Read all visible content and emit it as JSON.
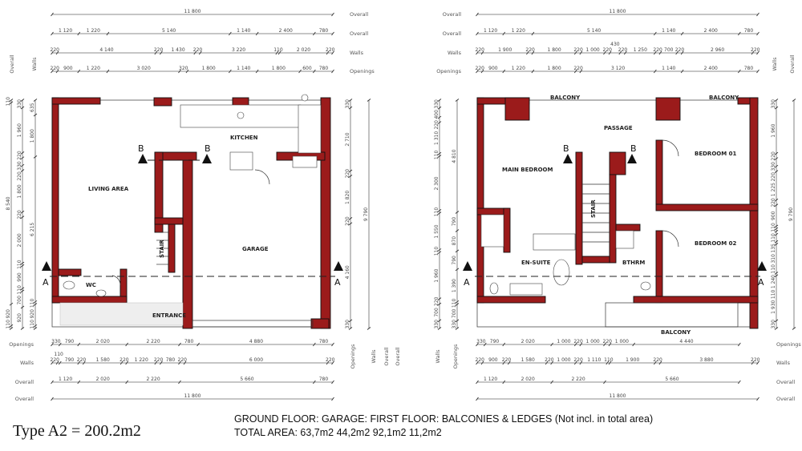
{
  "colors": {
    "wall": "#9b1b1b"
  },
  "title": "Type A2 = 200.2m2",
  "note": {
    "line1": "GROUND FLOOR: GARAGE: FIRST FLOOR: BALCONIES & LEDGES (Not incl. in total area)",
    "line2": "TOTAL AREA: 63,7m2 44,2m2 92,1m2 11,2m2"
  },
  "ground_floor": {
    "rooms": {
      "living": "LIVING AREA",
      "kitchen": "KITCHEN",
      "garage": "GARAGE",
      "stair": "STAIR",
      "wc": "WC",
      "entrance": "ENTRANCE"
    },
    "section_a": "A",
    "section_b": "B",
    "dims_top": [
      {
        "label": "Overall",
        "values": [
          11800
        ]
      },
      {
        "label": "Overall",
        "values": [
          1120,
          1220,
          5140,
          1140,
          2400,
          780
        ]
      },
      {
        "label": "Walls",
        "values": [
          220,
          4140,
          220,
          1430,
          220,
          3220,
          110,
          2020,
          220
        ]
      },
      {
        "label": "Openings",
        "values": [
          220,
          900,
          1220,
          3020,
          320,
          1800,
          1140,
          1800,
          600,
          780
        ]
      }
    ],
    "dims_bottom": [
      {
        "label": "Openings",
        "values": [
          330,
          790,
          2020,
          2220,
          780,
          4880,
          780
        ]
      },
      {
        "label": "Walls",
        "values": [
          220,
          110,
          790,
          220,
          1580,
          220,
          1220,
          220,
          780,
          220,
          6000,
          220
        ]
      },
      {
        "label": "Overall",
        "values": [
          1120,
          2020,
          2220,
          5660,
          780
        ]
      },
      {
        "label": "Overall",
        "values": [
          11800
        ]
      }
    ],
    "dims_right": [
      {
        "label": "Openings",
        "values": [
          330,
          2710,
          220,
          1820,
          220,
          4160,
          330
        ]
      },
      {
        "label": "Overall",
        "values": [
          9790
        ]
      }
    ],
    "dims_left": [
      {
        "label": "Overall",
        "values": [
          110,
          8540,
          920,
          110
        ]
      },
      {
        "label": "Walls",
        "values": [
          330,
          1960,
          220,
          330,
          220,
          1800,
          220,
          2000,
          110,
          990,
          110,
          700,
          920
        ]
      },
      {
        "label": "Openings",
        "values": [
          635,
          1800,
          6215,
          110,
          920,
          110
        ]
      }
    ],
    "side_labels": [
      "Openings",
      "Walls",
      "Overall",
      "Overall"
    ]
  },
  "first_floor": {
    "rooms": {
      "main_bedroom": "MAIN BEDROOM",
      "bedroom1": "BEDROOM 01",
      "bedroom2": "BEDROOM 02",
      "passage": "PASSAGE",
      "stair": "STAIR",
      "ensuite": "EN-SUITE",
      "bathroom": "BTHRM",
      "balcony_top_left": "BALCONY",
      "balcony_top_right": "BALCONY",
      "balcony_bottom": "BALCONY"
    },
    "section_a": "A",
    "section_b": "B",
    "dims_top": [
      {
        "label": "Overall",
        "values": [
          11800
        ]
      },
      {
        "label": "Overall",
        "values": [
          1120,
          1220,
          5140,
          1140,
          2400,
          780
        ]
      },
      {
        "label": "Walls",
        "values": [
          220,
          1900,
          220,
          1800,
          220,
          1000,
          220,
          430,
          220,
          1250,
          220,
          700,
          220,
          2960,
          220
        ]
      },
      {
        "label": "Openings",
        "values": [
          220,
          900,
          1220,
          1800,
          220,
          3120,
          1140,
          2400,
          780
        ]
      }
    ],
    "dims_bottom": [
      {
        "label": "Openings",
        "values": [
          330,
          790,
          2020,
          1000,
          220,
          1000,
          220,
          1000,
          4440
        ]
      },
      {
        "label": "Walls",
        "values": [
          220,
          900,
          220,
          1580,
          220,
          1000,
          220,
          1110,
          110,
          1900,
          220,
          3880,
          220
        ]
      },
      {
        "label": "Overall",
        "values": [
          1120,
          2020,
          2220,
          5660
        ]
      },
      {
        "label": "Overall",
        "values": [
          11800
        ]
      }
    ],
    "dims_right": [
      {
        "label": "Walls",
        "values": [
          330,
          1960,
          220,
          330,
          220,
          1225,
          220,
          900,
          110,
          110,
          135,
          310,
          110,
          1240,
          110,
          1930,
          330
        ]
      },
      {
        "label": "Overall",
        "values": [
          9790
        ]
      }
    ],
    "dims_left": [
      {
        "label": "Walls",
        "values": [
          330,
          400,
          220,
          1310,
          110,
          2300,
          110,
          1550,
          110,
          1960,
          220,
          700,
          330
        ]
      },
      {
        "label": "Openings",
        "values": [
          4810,
          790,
          870,
          790,
          1390,
          110,
          700,
          330
        ]
      }
    ],
    "side_labels": [
      "Walls",
      "Openings",
      "Walls",
      "Overall"
    ]
  }
}
